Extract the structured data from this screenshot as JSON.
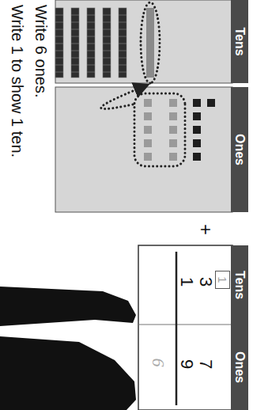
{
  "diagram": {
    "nodes": [
      {
        "text": [
          "Tens"
        ]
      },
      {
        "text": [
          "Ones"
        ]
      },
      {
        "text": [
          "Tens"
        ]
      },
      {
        "text": [
          "Ones"
        ]
      },
      {
        "text": [
          "1"
        ]
      }
    ],
    "labels": [
      "Write 6 ones.",
      "Write 1 to show 1 ten.",
      "+",
      "3",
      "7",
      "1",
      "9",
      "6"
    ]
  }
}
